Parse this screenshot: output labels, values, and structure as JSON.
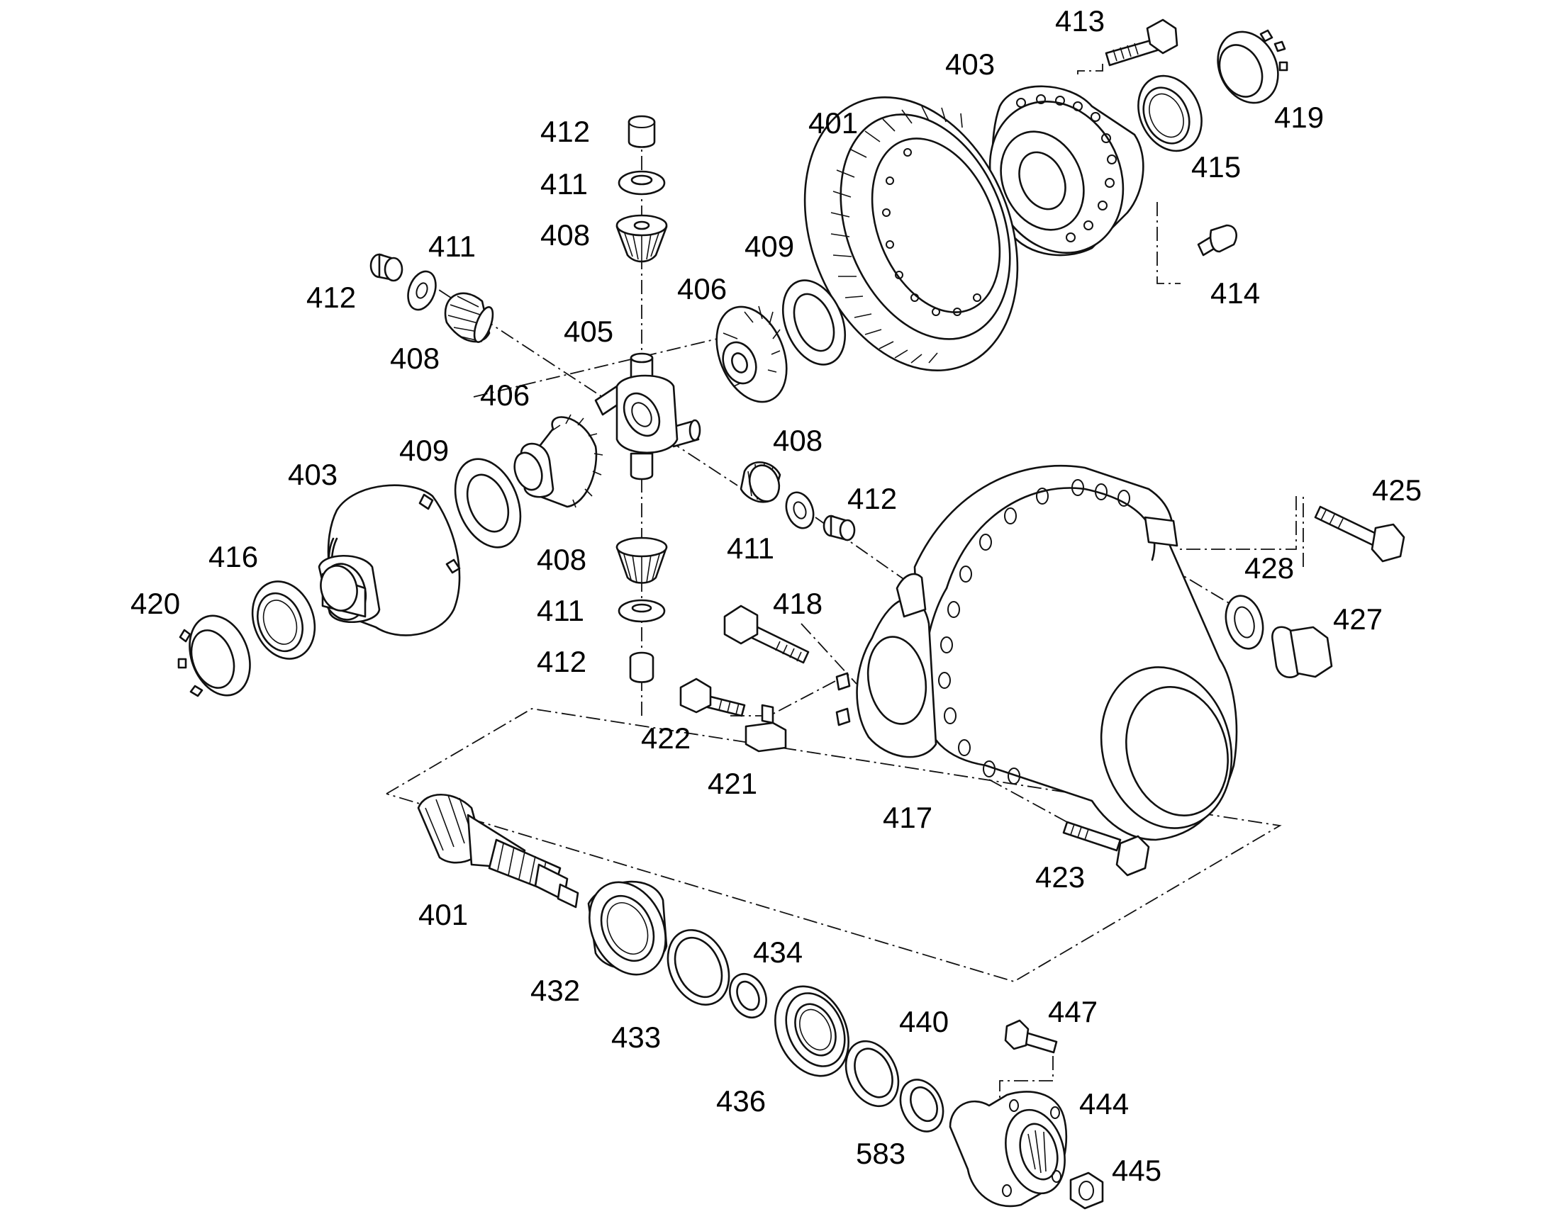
{
  "labels": [
    {
      "id": "l413",
      "text": "413"
    },
    {
      "id": "l403a",
      "text": "403"
    },
    {
      "id": "l419",
      "text": "419"
    },
    {
      "id": "l401a",
      "text": "401"
    },
    {
      "id": "l415",
      "text": "415"
    },
    {
      "id": "l412a",
      "text": "412"
    },
    {
      "id": "l411a",
      "text": "411"
    },
    {
      "id": "l408a",
      "text": "408"
    },
    {
      "id": "l409a",
      "text": "409"
    },
    {
      "id": "l414",
      "text": "414"
    },
    {
      "id": "l411b",
      "text": "411"
    },
    {
      "id": "l412b",
      "text": "412"
    },
    {
      "id": "l408b",
      "text": "408"
    },
    {
      "id": "l406a",
      "text": "406"
    },
    {
      "id": "l405",
      "text": "405"
    },
    {
      "id": "l406b",
      "text": "406"
    },
    {
      "id": "l408c",
      "text": "408"
    },
    {
      "id": "l409b",
      "text": "409"
    },
    {
      "id": "l403b",
      "text": "403"
    },
    {
      "id": "l412c",
      "text": "412"
    },
    {
      "id": "l425",
      "text": "425"
    },
    {
      "id": "l416",
      "text": "416"
    },
    {
      "id": "l411c",
      "text": "411"
    },
    {
      "id": "l408d",
      "text": "408"
    },
    {
      "id": "l428",
      "text": "428"
    },
    {
      "id": "l420",
      "text": "420"
    },
    {
      "id": "l418",
      "text": "418"
    },
    {
      "id": "l427",
      "text": "427"
    },
    {
      "id": "l411d",
      "text": "411"
    },
    {
      "id": "l412d",
      "text": "412"
    },
    {
      "id": "l422",
      "text": "422"
    },
    {
      "id": "l421",
      "text": "421"
    },
    {
      "id": "l417",
      "text": "417"
    },
    {
      "id": "l423",
      "text": "423"
    },
    {
      "id": "l401b",
      "text": "401"
    },
    {
      "id": "l434",
      "text": "434"
    },
    {
      "id": "l432",
      "text": "432"
    },
    {
      "id": "l433",
      "text": "433"
    },
    {
      "id": "l440",
      "text": "440"
    },
    {
      "id": "l447",
      "text": "447"
    },
    {
      "id": "l436",
      "text": "436"
    },
    {
      "id": "l444",
      "text": "444"
    },
    {
      "id": "l583",
      "text": "583"
    },
    {
      "id": "l445",
      "text": "445"
    }
  ]
}
